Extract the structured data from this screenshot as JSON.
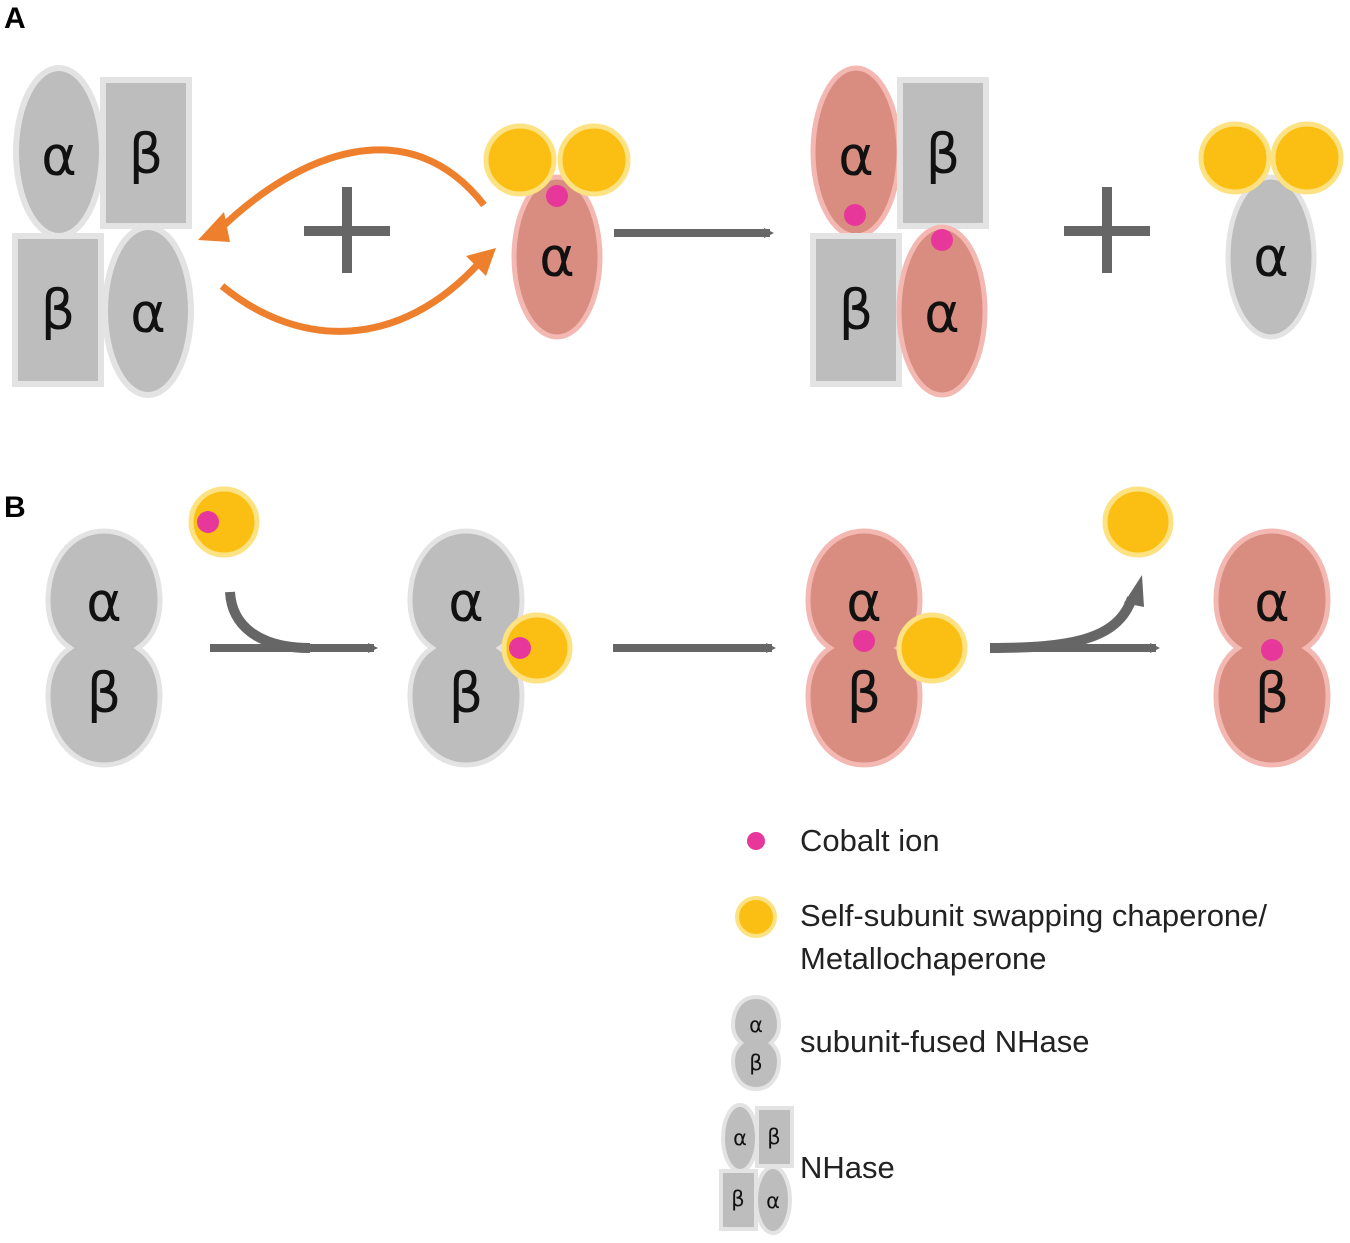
{
  "panels": {
    "a": "A",
    "b": "B"
  },
  "symbols": {
    "alpha": "α",
    "beta": "β"
  },
  "legend": {
    "cobalt": "Cobalt ion",
    "chaperone_line1": "Self-subunit swapping chaperone/",
    "chaperone_line2": "Metallochaperone",
    "fused": "subunit-fused NHase",
    "nhase": "NHase"
  },
  "colors": {
    "apo_subunit": "#bdbdbd",
    "apo_stroke": "#e3e3e3",
    "holo_subunit": "#d98c80",
    "holo_stroke": "#f4b8b2",
    "chaperone": "#fbbf14",
    "chaperone_stroke": "#fde283",
    "cobalt": "#e8379a",
    "arrow": "#666666",
    "swap_arrow": "#ee7f2d"
  }
}
